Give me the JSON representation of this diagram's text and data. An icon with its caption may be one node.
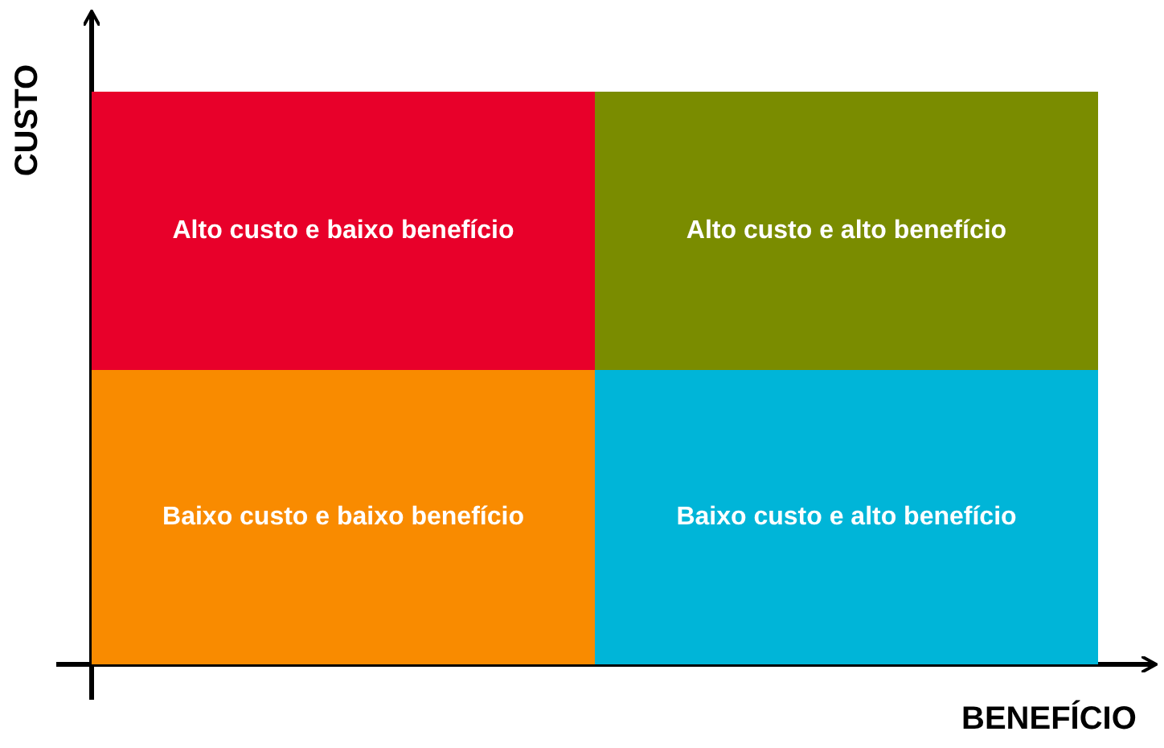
{
  "diagram": {
    "nodes": [
      {
        "text": [
          "Alto custo e baixo benefício"
        ]
      },
      {
        "text": [
          "Alto custo e alto benefício"
        ]
      },
      {
        "text": [
          "Baixo custo e baixo benefício"
        ]
      },
      {
        "text": [
          "Baixo custo e alto benefício"
        ]
      }
    ],
    "labels": [
      "CUSTO",
      "BENEFÍCIO"
    ]
  }
}
